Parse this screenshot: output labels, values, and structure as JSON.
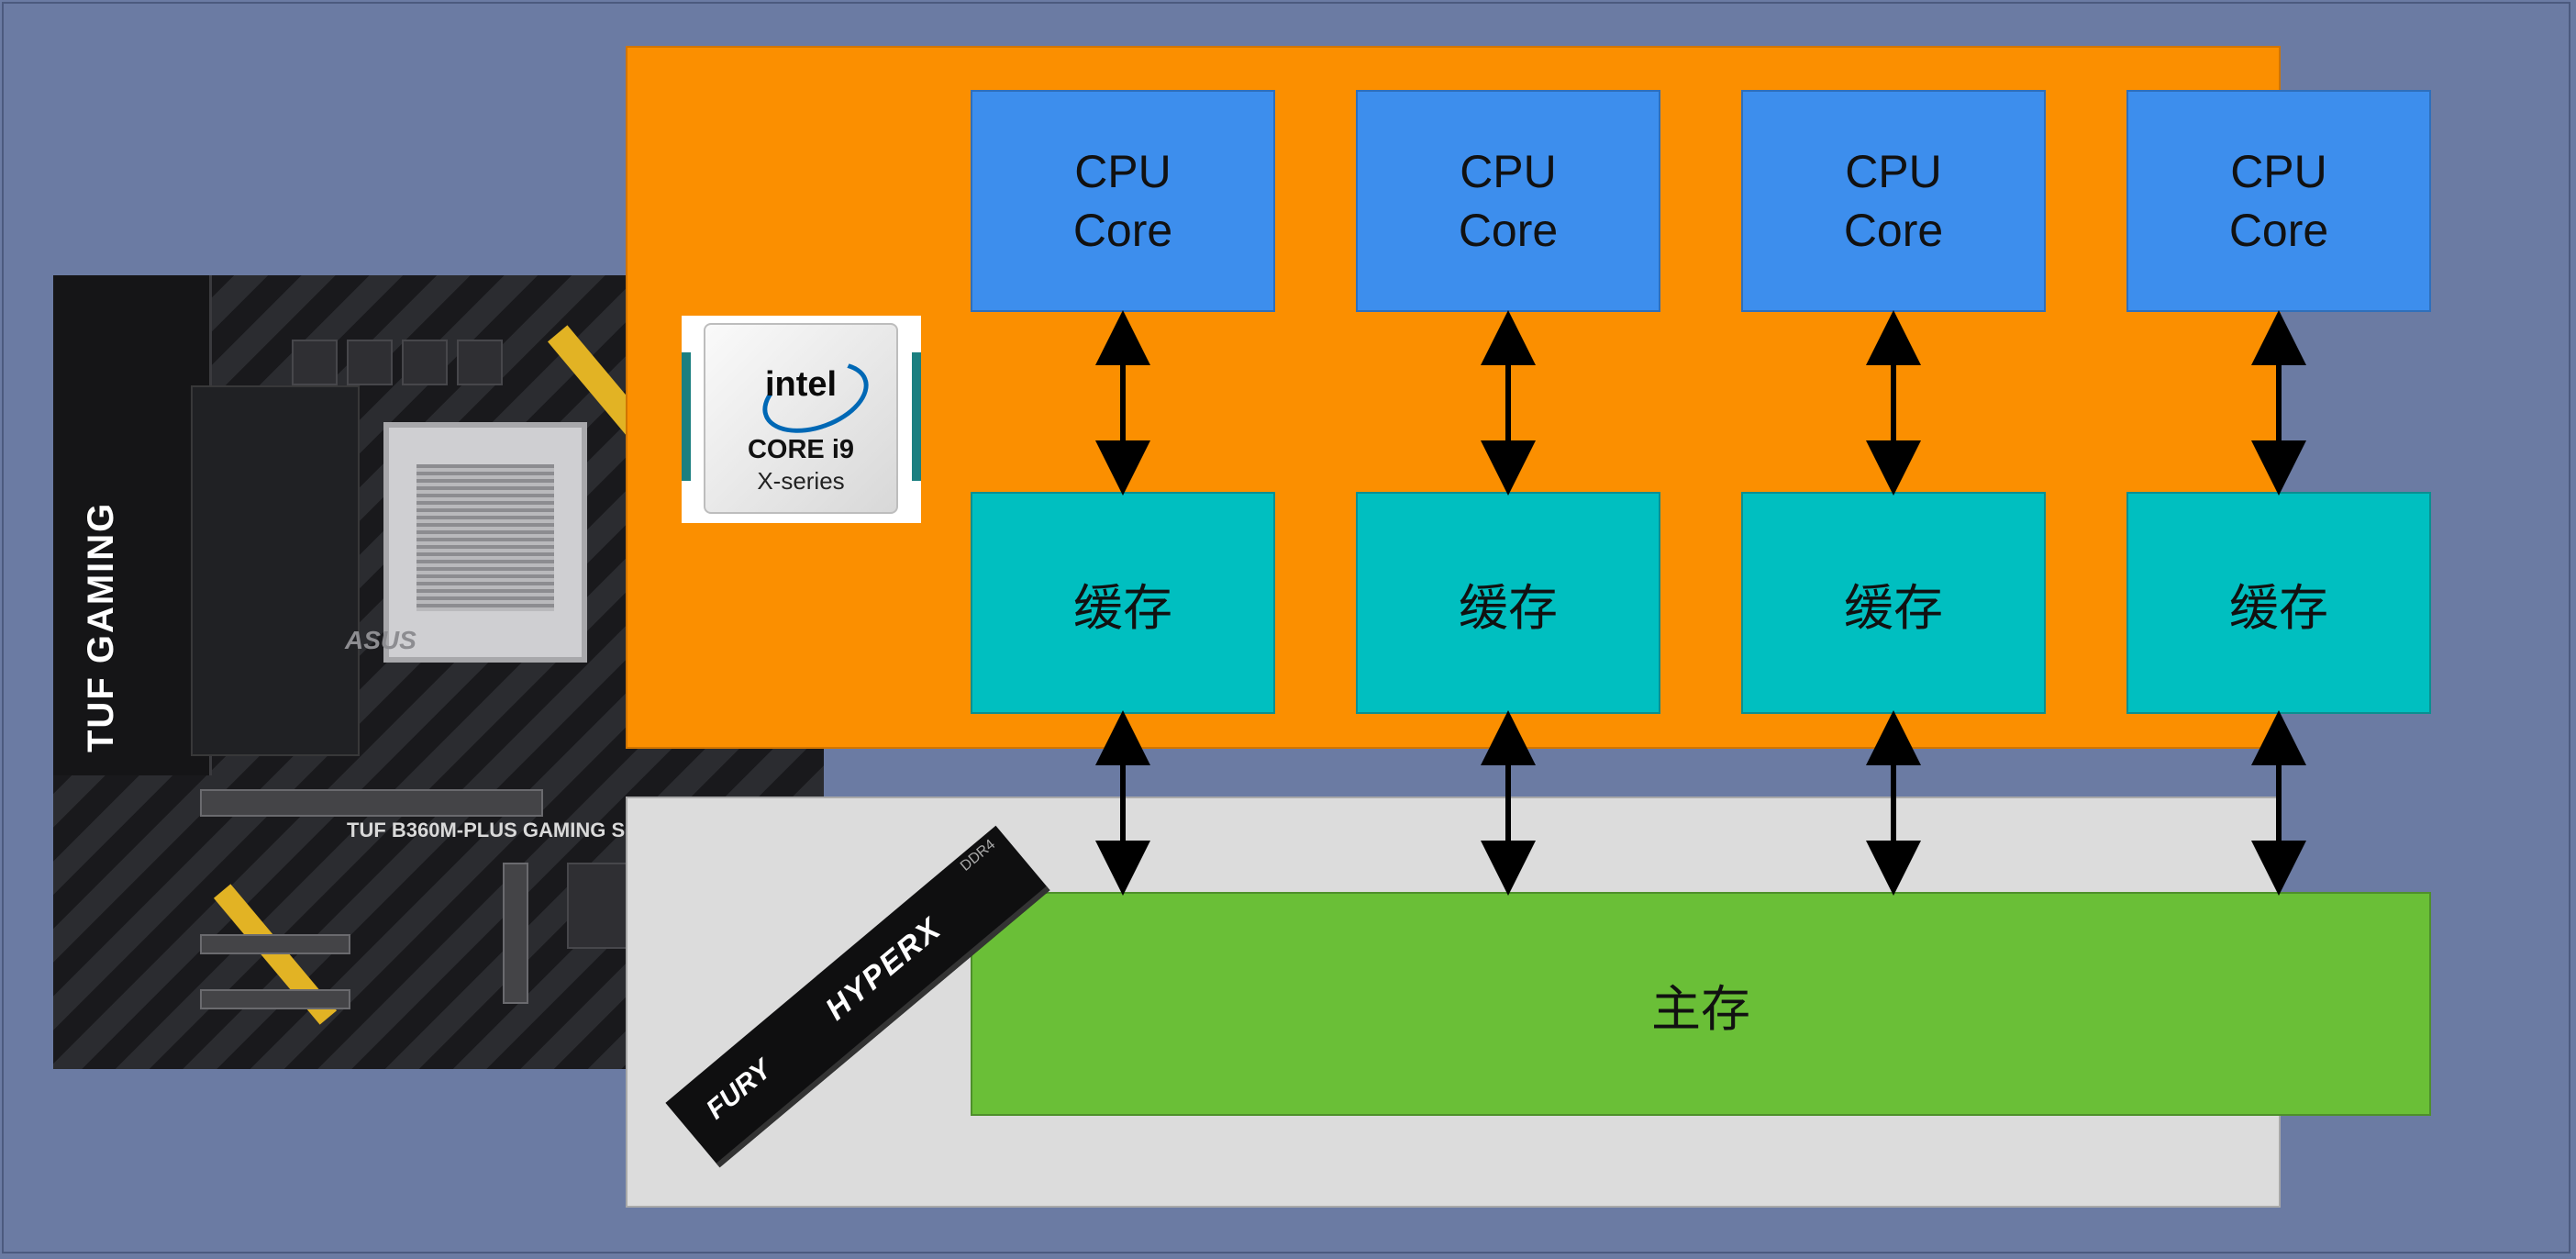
{
  "diagram": {
    "cores": [
      {
        "line1": "CPU",
        "line2": "Core"
      },
      {
        "line1": "CPU",
        "line2": "Core"
      },
      {
        "line1": "CPU",
        "line2": "Core"
      },
      {
        "line1": "CPU",
        "line2": "Core"
      }
    ],
    "caches": [
      {
        "label": "缓存"
      },
      {
        "label": "缓存"
      },
      {
        "label": "缓存"
      },
      {
        "label": "缓存"
      }
    ],
    "main_memory": {
      "label": "主存"
    },
    "intel_chip": {
      "brand": "intel",
      "model": "CORE i9",
      "series": "X-series"
    },
    "motherboard": {
      "brand_label": "TUF GAMING",
      "model_label": "TUF B360M-PLUS GAMING S",
      "maker": "ASUS"
    },
    "ram": {
      "brand": "FURY",
      "logo": "HYPERX",
      "type": "DDR4"
    },
    "colors": {
      "background": "#6b7ba3",
      "cpu_panel": "#fb8f00",
      "memory_panel": "#dcdcdc",
      "core": "#3d8eed",
      "cache": "#00bfc0",
      "main_memory": "#6abf37"
    }
  }
}
